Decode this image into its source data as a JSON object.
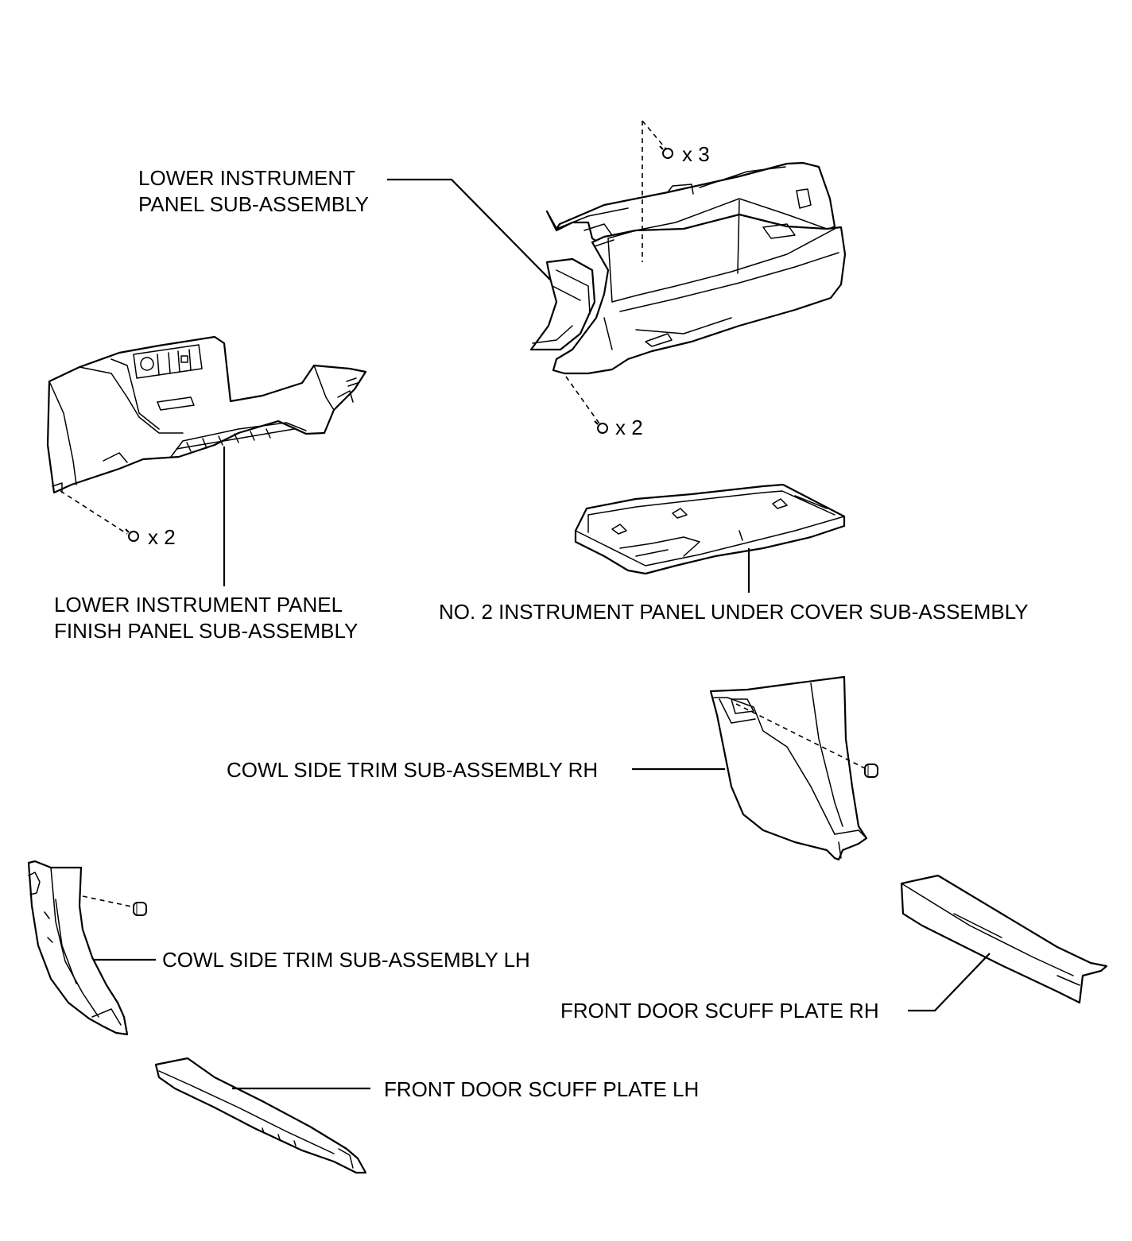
{
  "labels": {
    "lower_instrument_panel": [
      "LOWER INSTRUMENT",
      "PANEL SUB-ASSEMBLY"
    ],
    "finish_panel": [
      "LOWER INSTRUMENT PANEL",
      "FINISH PANEL SUB-ASSEMBLY"
    ],
    "under_cover": "NO. 2 INSTRUMENT PANEL UNDER COVER SUB-ASSEMBLY",
    "cowl_rh": "COWL SIDE TRIM SUB-ASSEMBLY RH",
    "cowl_lh": "COWL SIDE TRIM SUB-ASSEMBLY LH",
    "scuff_rh": "FRONT DOOR SCUFF PLATE RH",
    "scuff_lh": "FRONT DOOR SCUFF PLATE LH"
  },
  "fastener_counts": {
    "panel_top": "x 3",
    "panel_bottom": "x 2",
    "finish_panel": "x 2"
  }
}
